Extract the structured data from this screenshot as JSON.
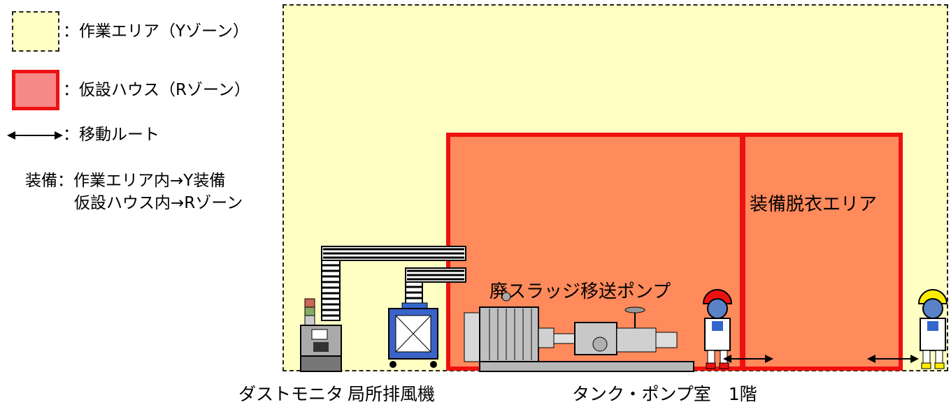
{
  "legend": {
    "y_zone_label": "：作業エリア（Yゾーン）",
    "r_zone_label": "：仮設ハウス（Rゾーン）",
    "route_label": "：移動ルート",
    "equipment_line1": "装備：作業エリア内→Y装備",
    "equipment_line2": "仮設ハウス内→Rゾーン"
  },
  "labels": {
    "undress_area": "装備脱衣エリア",
    "pump": "廃スラッジ移送ポンプ",
    "dust_monitor": "ダストモニタ",
    "exhaust_fan": "局所排風機",
    "room": "タンク・ポンプ室　1階"
  },
  "colors": {
    "y_zone_fill": "#ffffc4",
    "r_zone_fill": "#ff8a5c",
    "r_zone_border": "#ee1111",
    "worker_r_helmet": "#ee1111",
    "worker_y_helmet": "#ffee00"
  },
  "icons": [
    "double-arrow-icon",
    "worker-icon",
    "pump-icon",
    "dust-monitor-icon",
    "exhaust-fan-icon",
    "duct-icon"
  ]
}
